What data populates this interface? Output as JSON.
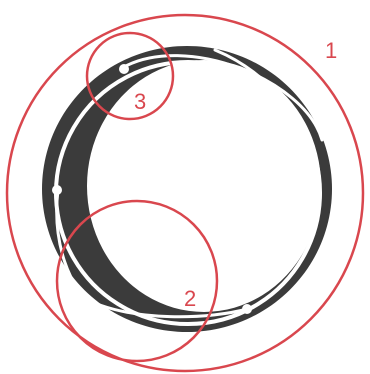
{
  "colors": {
    "ring": "#3b3b3b",
    "circles": "#d9474e",
    "curves": "#ffffff",
    "background": "#ffffff"
  },
  "circles": [
    {
      "id": "circle-1",
      "number": "1"
    },
    {
      "id": "circle-2",
      "number": "2"
    },
    {
      "id": "circle-3",
      "number": "3"
    }
  ]
}
